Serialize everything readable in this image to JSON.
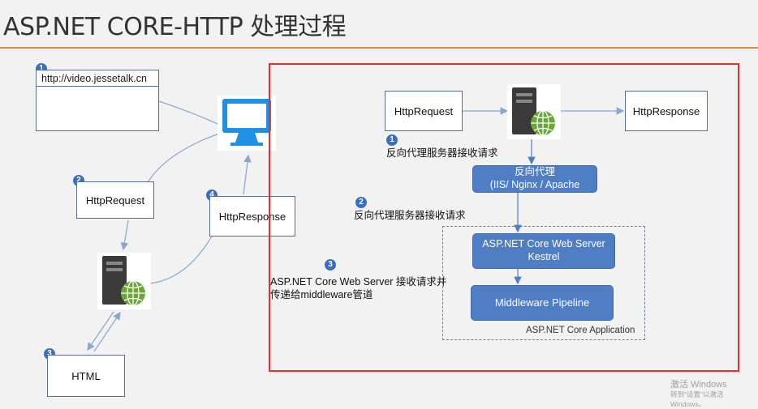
{
  "title": "ASP.NET CORE-HTTP 处理过程",
  "left": {
    "url_badge": "1",
    "url": "http://video.jessetalk.cn",
    "request_badge": "2",
    "request_label": "HttpRequest",
    "response_badge": "4",
    "response_label": "HttpResponse",
    "html_badge": "3",
    "html_label": "HTML"
  },
  "right": {
    "request_label": "HttpRequest",
    "response_label": "HttpResponse",
    "step1_badge": "1",
    "step1_text": "反向代理服务器接收请求",
    "proxy_title": "反向代理",
    "proxy_sub": "(IIS/ Nginx / Apache",
    "step2_badge": "2",
    "step2_text": "反向代理服务器接收请求",
    "step3_badge": "3",
    "step3_line1": "ASP.NET Core Web Server 接收请求并",
    "step3_line2": "传递给middleware管道",
    "kestrel_title": "ASP.NET Core Web Server",
    "kestrel_sub": "Kestrel",
    "pipeline_label": "Middleware Pipeline",
    "app_label": "ASP.NET Core Application"
  },
  "watermark": {
    "line1": "激活 Windows",
    "line2": "转到\"设置\"以激活 Windows。"
  },
  "colors": {
    "accent_rule": "#d9894a",
    "highlight_frame": "#e53030",
    "blue_box": "#4f7ec5",
    "monitor": "#1e90e6",
    "globe": "#6aa63a"
  }
}
